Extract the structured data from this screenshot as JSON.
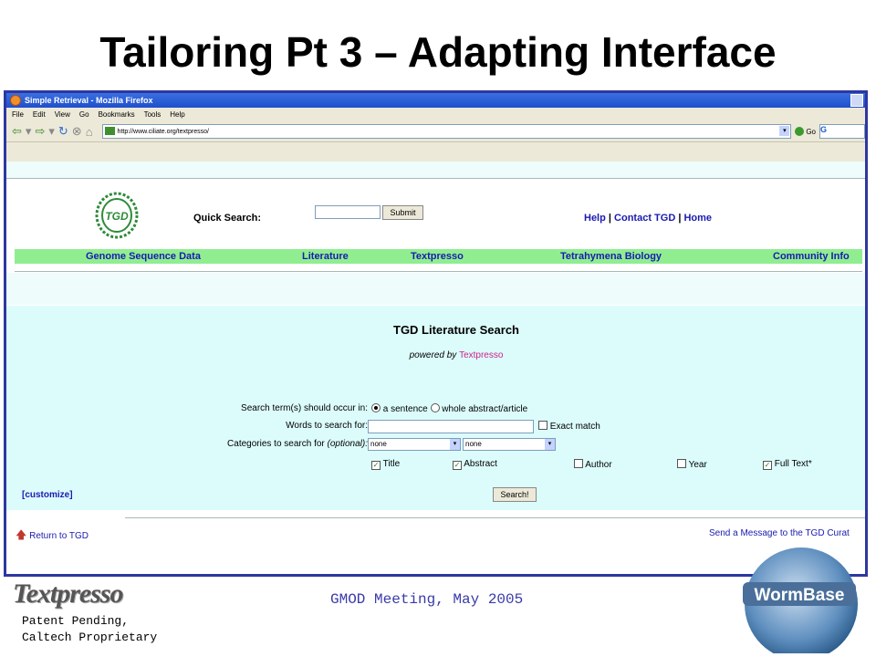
{
  "slide": {
    "title": "Tailoring Pt 3 – Adapting Interface",
    "footer_logo": "Textpresso",
    "patent_line1": "Patent Pending,",
    "patent_line2": "Caltech Proprietary",
    "meeting": "GMOD Meeting, May 2005",
    "wormbase_logo": "WormBase"
  },
  "browser": {
    "window_title": "Simple Retrieval - Mozilla Firefox",
    "menu": [
      "File",
      "Edit",
      "View",
      "Go",
      "Bookmarks",
      "Tools",
      "Help"
    ],
    "url": "http://www.ciliate.org/textpresso/",
    "go_label": "Go",
    "search_engine": "G"
  },
  "page": {
    "logo_text": "TGD",
    "quick_search_label": "Quick Search:",
    "submit_label": "Submit",
    "top_links": [
      "Help",
      "Contact TGD",
      "Home"
    ],
    "nav": [
      "Genome Sequence Data",
      "Literature",
      "Textpresso",
      "Tetrahymena Biology",
      "Community Info"
    ],
    "lit_title": "TGD Literature Search",
    "powered_by": "powered by",
    "powered_name": "Textpresso",
    "occur_label": "Search term(s) should occur in:",
    "occur_opt1": "a sentence",
    "occur_opt2": "whole abstract/article",
    "words_label": "Words to search for:",
    "exact_label": "Exact match",
    "cat_label": "Categories to search for",
    "cat_optional": "(optional):",
    "select1": "none",
    "select2": "none",
    "fields": [
      "Title",
      "Abstract",
      "Author",
      "Year",
      "Full Text*"
    ],
    "fields_checked": [
      true,
      true,
      false,
      false,
      true
    ],
    "customize": "[customize]",
    "search_button": "Search!",
    "return_link": "Return to TGD",
    "send_link": "Send a Message to the TGD Curat"
  }
}
